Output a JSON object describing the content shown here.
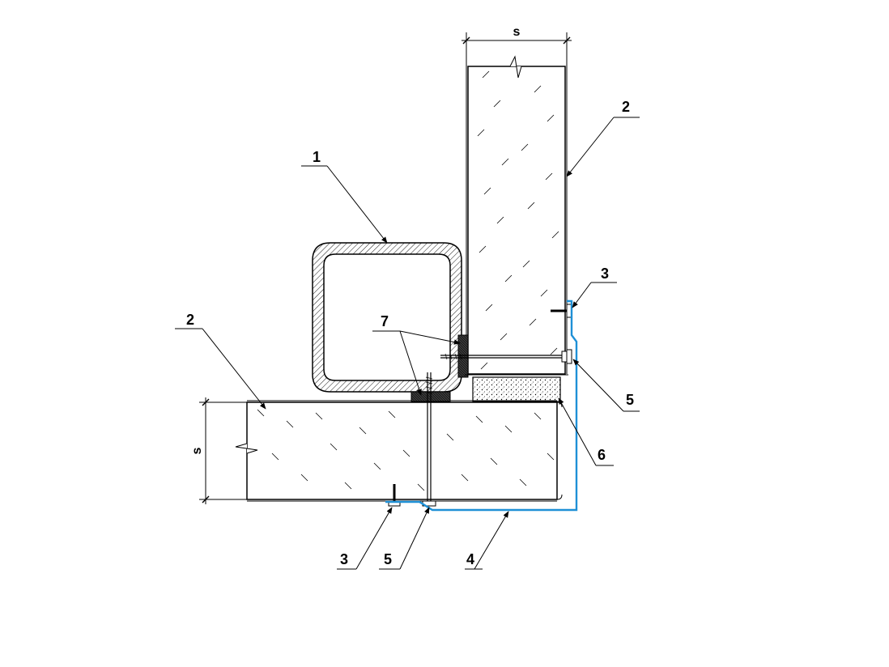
{
  "dimensions": {
    "top": "s",
    "left": "s"
  },
  "callouts": {
    "c1": "1",
    "c2_top": "2",
    "c2_left": "2",
    "c3_top": "3",
    "c3_bottom": "3",
    "c4": "4",
    "c5_top": "5",
    "c5_bottom": "5",
    "c6": "6",
    "c7": "7"
  },
  "colors": {
    "flashing": "#1e90d6",
    "gasket": "#222222",
    "outline": "#000000"
  }
}
